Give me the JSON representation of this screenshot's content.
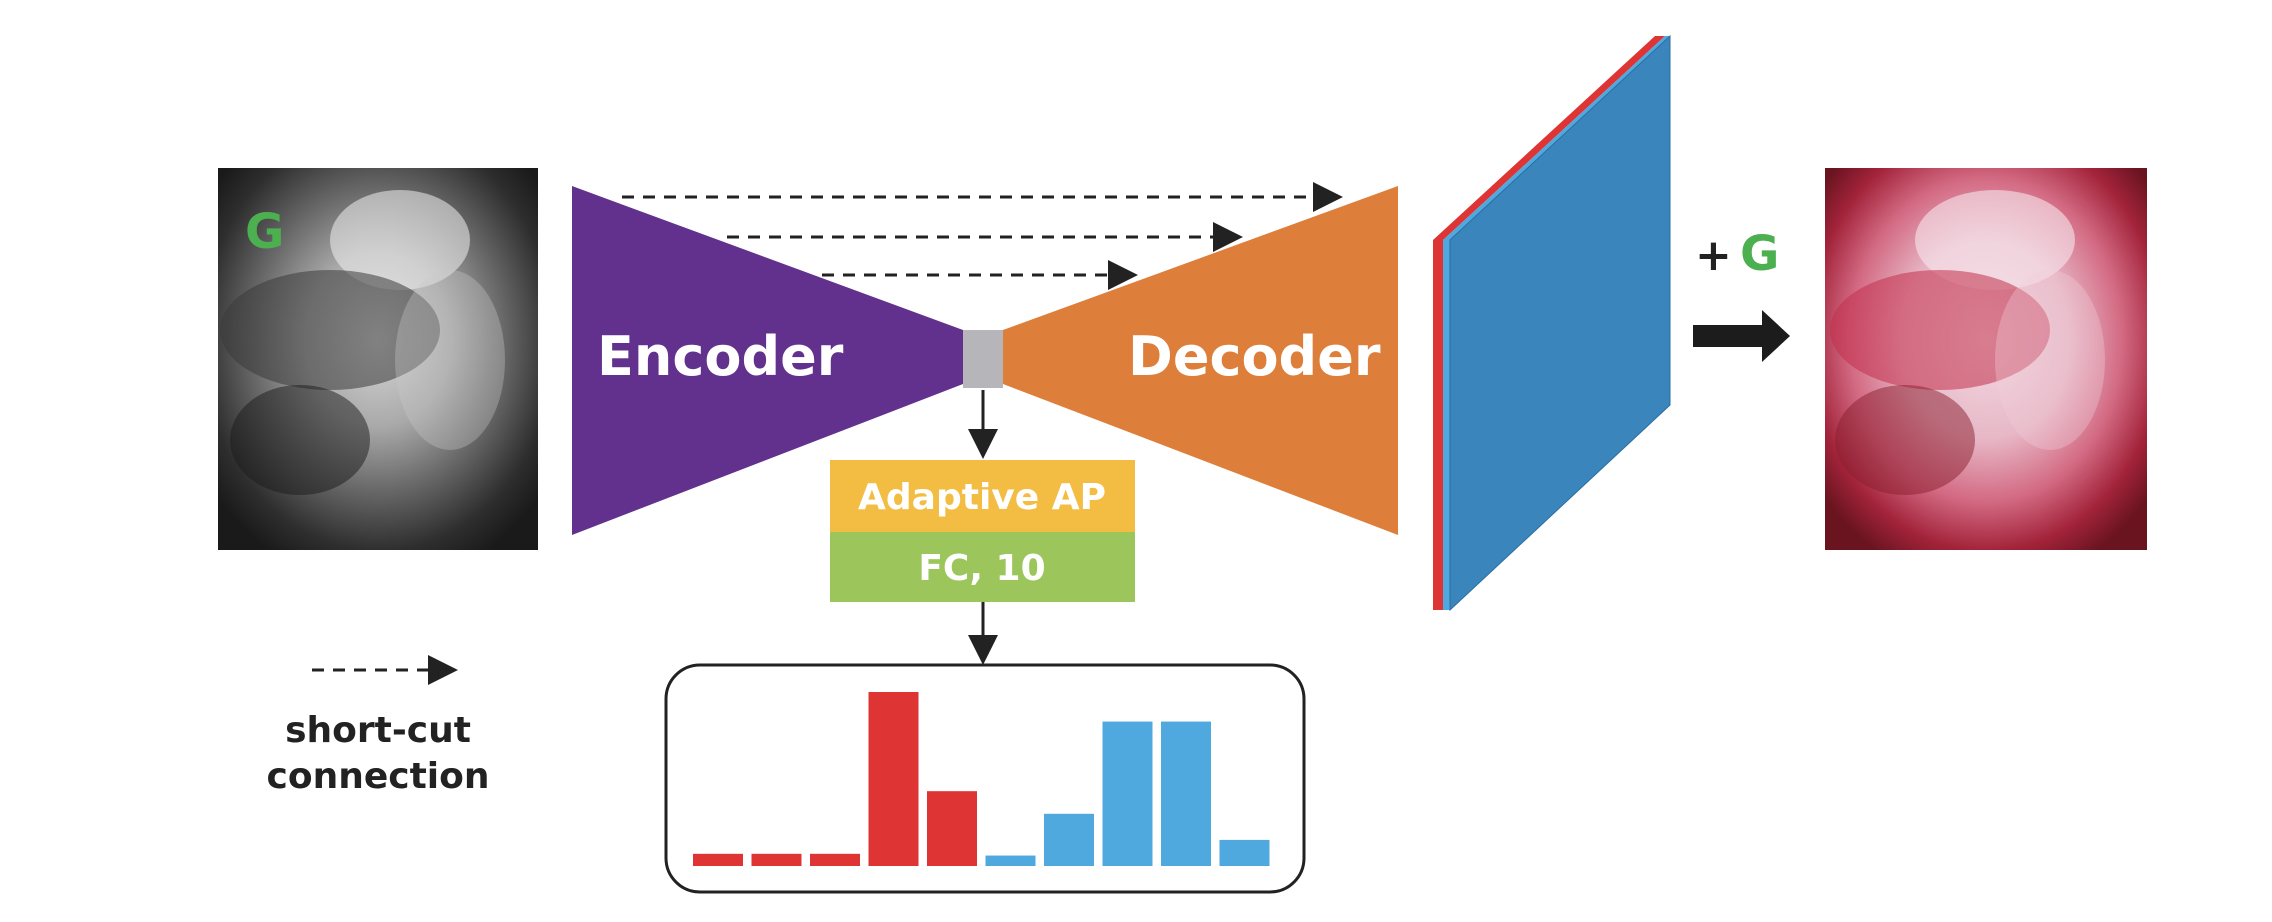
{
  "input_image": {
    "overlay_label": "G",
    "overlay_color": "#4caf50"
  },
  "encoder": {
    "label": "Encoder",
    "color": "#62318e"
  },
  "decoder": {
    "label": "Decoder",
    "color": "#dd7e3a"
  },
  "bottleneck": {
    "color": "#b5b5ba"
  },
  "head": {
    "adaptive_ap_label": "Adaptive AP",
    "adaptive_ap_color": "#f2bd42",
    "fc_label": "FC, 10",
    "fc_color": "#9cc55b"
  },
  "histogram": {
    "bins": 10,
    "values": [
      0.07,
      0.07,
      0.07,
      1.0,
      0.43,
      0.06,
      0.3,
      0.83,
      0.83,
      0.15
    ],
    "colors": [
      "#de3433",
      "#de3433",
      "#de3433",
      "#de3433",
      "#de3433",
      "#4fa8de",
      "#4fa8de",
      "#4fa8de",
      "#4fa8de",
      "#4fa8de"
    ]
  },
  "output_tensor": {
    "front_color": "#3a86bc",
    "edge_color": "#de3433",
    "edge_color_2": "#4fa8de"
  },
  "plus_label": {
    "plus": "+",
    "g": "G",
    "g_color": "#4caf50"
  },
  "legend": {
    "line1": "short-cut",
    "line2": "connection"
  }
}
